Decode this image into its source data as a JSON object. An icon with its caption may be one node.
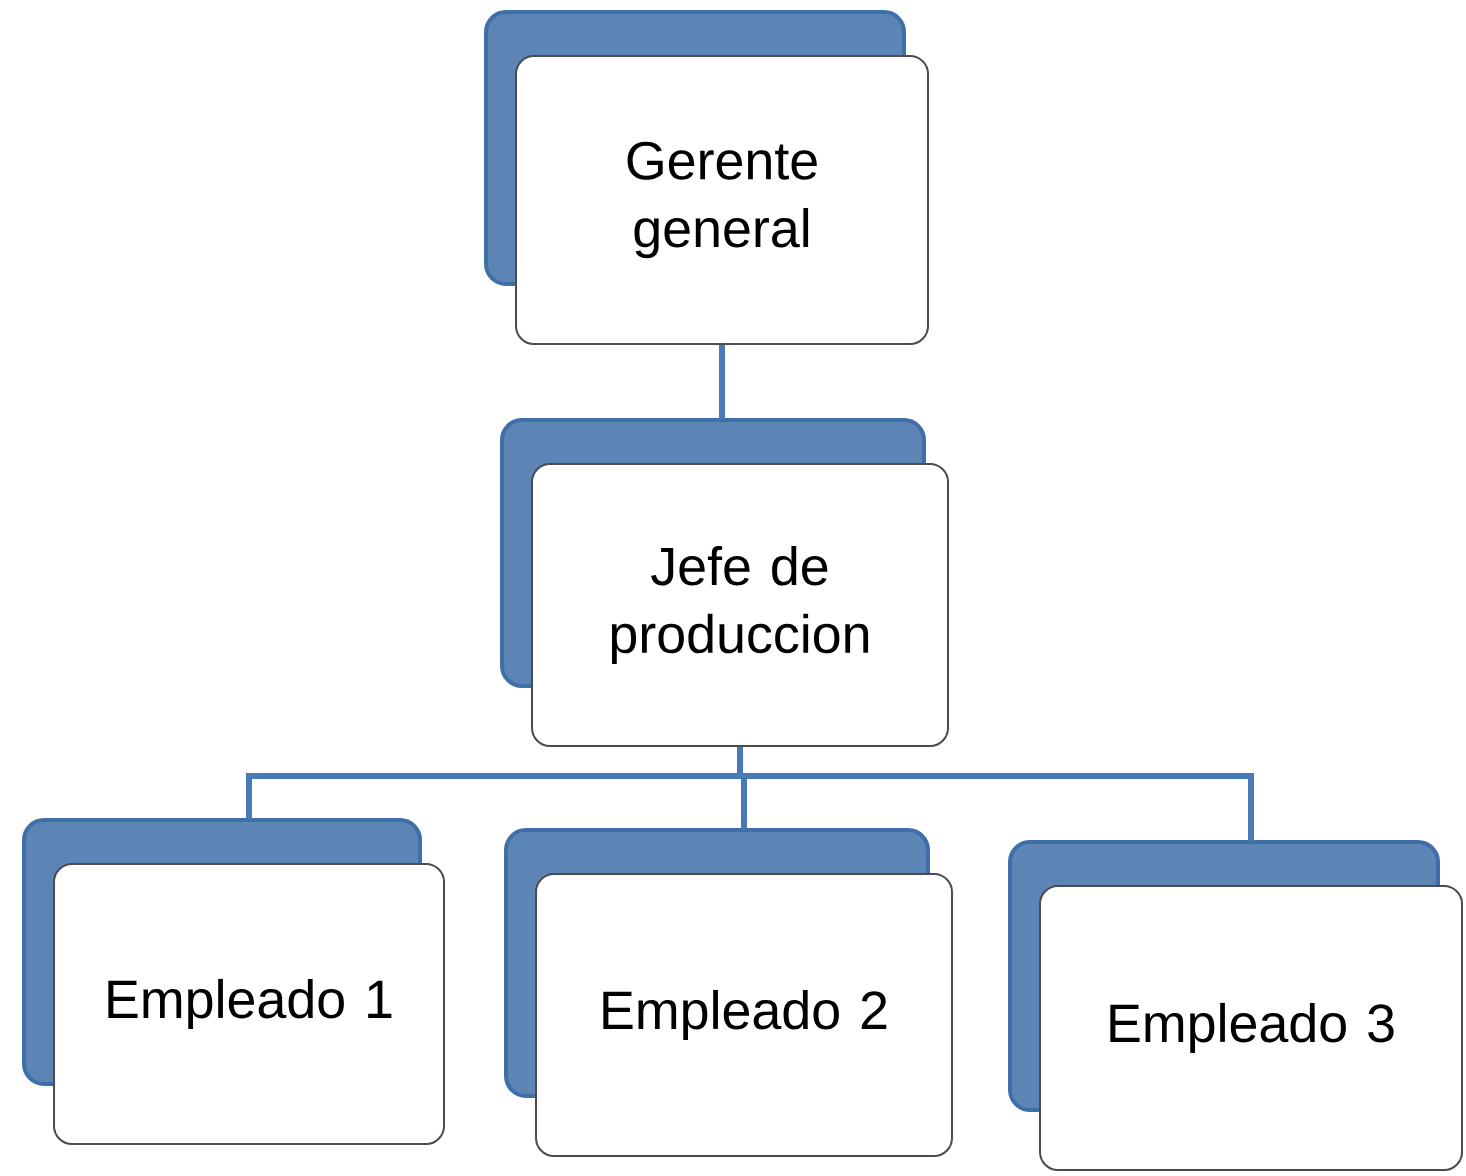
{
  "diagram": {
    "nodes": [
      {
        "text": [
          "Gerente general"
        ]
      },
      {
        "text": [
          "Jefe de produccion"
        ]
      },
      {
        "text": [
          "Empleado 1"
        ]
      },
      {
        "text": [
          "Empleado 2"
        ]
      },
      {
        "text": [
          "Empleado 3"
        ]
      }
    ],
    "edges": [
      {
        "from": 0,
        "to": 1,
        "arrow": "none"
      },
      {
        "from": 1,
        "to": 2,
        "arrow": "none"
      },
      {
        "from": 1,
        "to": 3,
        "arrow": "none"
      },
      {
        "from": 1,
        "to": 4,
        "arrow": "none"
      }
    ]
  }
}
